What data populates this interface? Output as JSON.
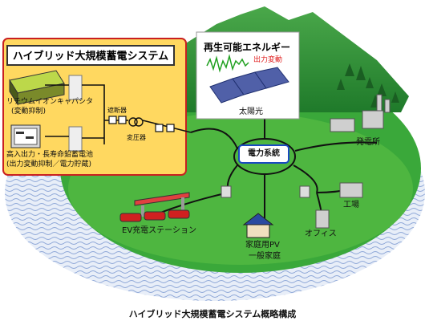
{
  "hybrid_system": {
    "title": "ハイブリッド大規模蓄電システム",
    "lithium_label": "リチウムイオンキャパシタ",
    "lithium_sub": "(変動抑制)",
    "lead_label": "高入出力・長寿命鉛蓄電池",
    "lead_sub": "(出力変動抑制／電力貯蔵)",
    "breaker_label": "遮断器",
    "transformer_label": "変圧器"
  },
  "renewable": {
    "title": "再生可能エネルギー",
    "fluctuation_label": "出力変動",
    "solar_label": "太陽光"
  },
  "grid": {
    "label": "電力系統"
  },
  "nodes": {
    "power_plant": "発電所",
    "factory": "工場",
    "office": "オフィス",
    "home_pv": "家庭用PV",
    "home": "一般家庭",
    "ev_station": "EV充電ステーション"
  },
  "caption": "ハイブリッド大規模蓄電システム概略構成",
  "colors": {
    "hybrid_box_fill": "#ffd860",
    "hybrid_box_border": "#c92020",
    "island_green": "#3aa83a",
    "mountain_green": "#2f8f2f",
    "water_blue": "#c8d8f0",
    "grid_line": "#111111",
    "fluctuation_red": "#e02020",
    "fluctuation_green": "#20a020"
  }
}
